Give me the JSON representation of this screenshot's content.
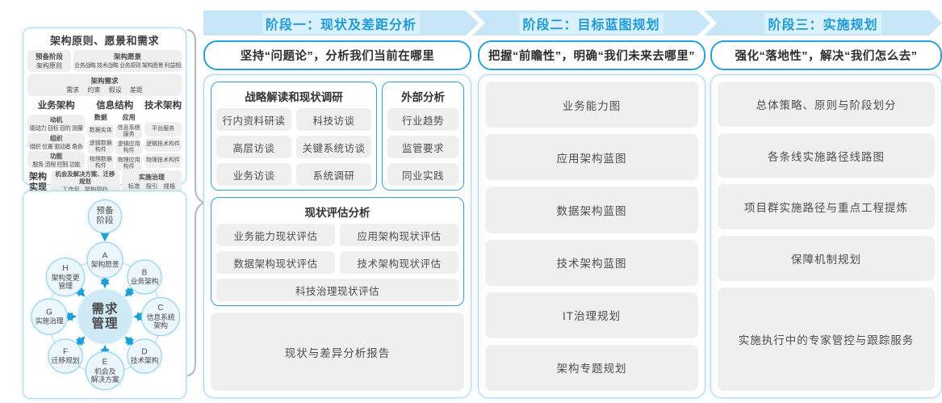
{
  "colors": {
    "accent_blue": "#29a2dc",
    "band_bg": "#c7e7f8",
    "band_text": "#1e9ad6",
    "panel_border": "#a5d9f3",
    "item_bg": "#efeff0",
    "circle_fill": "#ecf7fd",
    "center_circle_fill": "#cfe9f6",
    "arrow_blue": "#1b9fd8",
    "brace_gray": "#b8bcbe"
  },
  "framework": {
    "title": "架构原则、愿景和需求",
    "prep": {
      "line1": "预备阶段",
      "line2": "架构原则"
    },
    "vision": {
      "title": "架构愿景",
      "text": "业务战略 技术战略 业务原则 架构愿景 利益相关者"
    },
    "requirements": {
      "title": "架构需求",
      "text": "需求 约束 假设 差距"
    },
    "business": {
      "title": "业务架构",
      "groups": [
        {
          "title": "动机",
          "text": "驱动力 目标 目的 测量"
        },
        {
          "title": "组织",
          "text": "组织 位置 驱动者 角色"
        },
        {
          "title": "功能",
          "text": "服务 流程 控制 功能"
        }
      ]
    },
    "information": {
      "title": "信息结构",
      "data": {
        "title": "数据",
        "items": [
          "数据实体",
          "逻辑数据构件",
          "物理数据构件"
        ]
      },
      "application": {
        "title": "应用",
        "items": [
          "信息系统服务",
          "逻辑应用构件",
          "物理应用构件"
        ]
      }
    },
    "technology": {
      "title": "技术架构",
      "items": [
        "平台服务",
        "逻辑技术构件",
        "物理技术构件"
      ]
    },
    "realization": {
      "label": "架构实现",
      "migration": {
        "title": "机会及解决方案、迁移规划",
        "text": "工作包 架构契约"
      },
      "governance": {
        "title": "实施治理",
        "text": "标准 指引 规格"
      }
    }
  },
  "cycle": {
    "prep": "预备\n阶段",
    "center": "需求\n管理",
    "nodes": [
      {
        "id": "A",
        "label": "架构愿景"
      },
      {
        "id": "B",
        "label": "业务架构"
      },
      {
        "id": "C",
        "label": "信息系统\n架构"
      },
      {
        "id": "D",
        "label": "技术架构"
      },
      {
        "id": "E",
        "label": "机会及\n解决方案"
      },
      {
        "id": "F",
        "label": "迁移规划"
      },
      {
        "id": "G",
        "label": "实施治理"
      },
      {
        "id": "H",
        "label": "架构变更\n管理"
      }
    ]
  },
  "phases": [
    {
      "header": "阶段一：现状及差距分析",
      "slogan": "坚持“问题论”，分析我们当前在哪里",
      "research": {
        "title": "战略解读和现状调研",
        "items": [
          "行内资料研读",
          "科技访谈",
          "高层访谈",
          "关键系统访谈",
          "业务访谈",
          "系统调研"
        ]
      },
      "external": {
        "title": "外部分析",
        "items": [
          "行业趋势",
          "监管要求",
          "同业实践"
        ]
      },
      "assessment": {
        "title": "现状评估分析",
        "items": [
          "业务能力现状评估",
          "应用架构现状评估",
          "数据架构现状评估",
          "技术架构现状评估",
          "科技治理现状评估"
        ]
      },
      "report": "现状与差异分析报告"
    },
    {
      "header": "阶段二：目标蓝图规划",
      "slogan": "把握“前瞻性”，明确“我们未来去哪里”",
      "items": [
        "业务能力图",
        "应用架构蓝图",
        "数据架构蓝图",
        "技术架构蓝图",
        "IT治理规划",
        "架构专题规划"
      ]
    },
    {
      "header": "阶段三：实施规划",
      "slogan": "强化“落地性”，解决“我们怎么去”",
      "items": [
        "总体策略、原则与阶段划分",
        "各条线实施路径线路图",
        "项目群实施路径与重点工程提炼",
        "保障机制规划",
        "实施执行中的专家管控与跟踪服务"
      ]
    }
  ]
}
